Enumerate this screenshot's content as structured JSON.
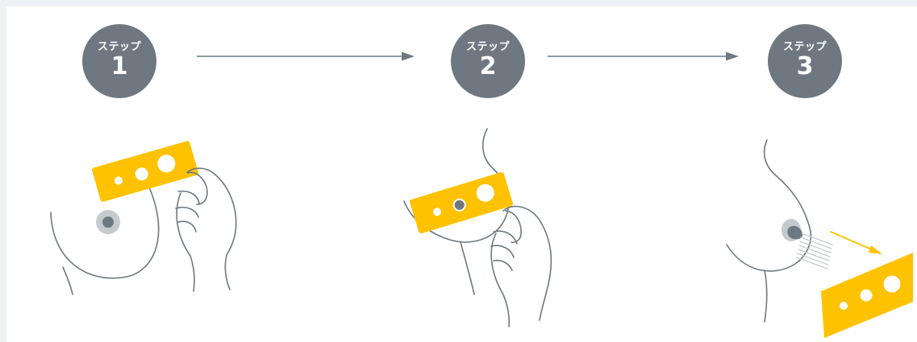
{
  "steps": [
    {
      "label": "ステップ",
      "number": "1"
    },
    {
      "label": "ステップ",
      "number": "2"
    },
    {
      "label": "ステップ",
      "number": "3"
    }
  ],
  "colors": {
    "background": "#eef1f5",
    "panel": "#ffffff",
    "badge": "#6f7880",
    "line": "#6f7880",
    "card": "#ffc200",
    "areola": "#c5cacd",
    "nipple": "#6f7880",
    "pointer": "#ffc200"
  },
  "icons": [
    "right-arrow-icon",
    "breast-outline-icon",
    "hand-icon",
    "ruler-card-icon",
    "direction-arrow-icon"
  ]
}
